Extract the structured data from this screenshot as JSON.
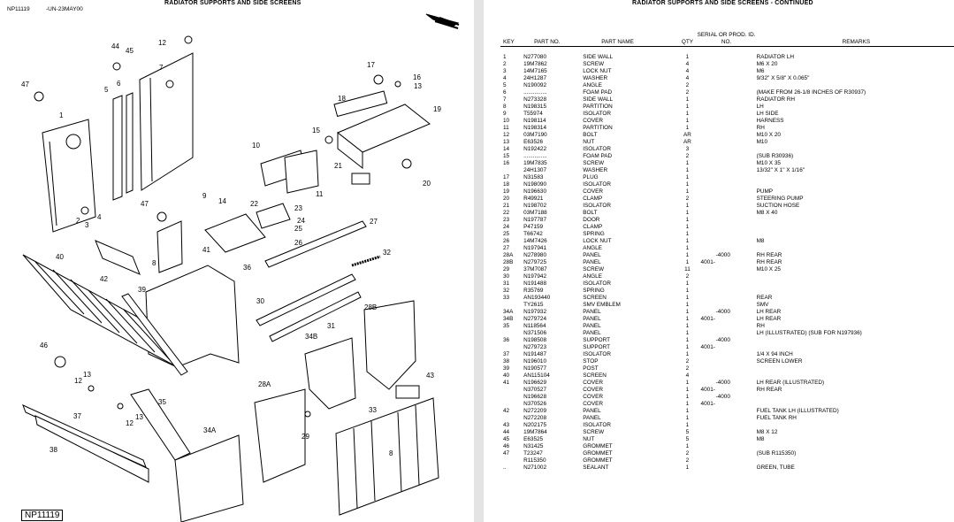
{
  "left_page": {
    "page_id": "NP11119",
    "date_code": "-UN-23MAY00",
    "title": "RADIATOR SUPPORTS AND SIDE SCREENS",
    "figure_label": "NP11119",
    "callouts": [
      "44",
      "45",
      "12",
      "7",
      "6",
      "5",
      "47",
      "1",
      "4",
      "3",
      "2",
      "9",
      "14",
      "10",
      "11",
      "22",
      "23",
      "24",
      "25",
      "26",
      "41",
      "8",
      "47",
      "42",
      "40",
      "39",
      "36",
      "21",
      "20",
      "15",
      "17",
      "16",
      "13",
      "18",
      "19",
      "27",
      "32",
      "30",
      "31",
      "28B",
      "34B",
      "43",
      "28A",
      "29",
      "34A",
      "35",
      "37",
      "38",
      "12",
      "13",
      "46",
      "33",
      "8"
    ]
  },
  "right_page": {
    "title": "RADIATOR SUPPORTS AND SIDE SCREENS - CONTINUED",
    "headers": {
      "key": "KEY",
      "part_no": "PART NO.",
      "part_name": "PART NAME",
      "qty": "QTY",
      "serial": "SERIAL OR PROD. ID. NO.",
      "remarks": "REMARKS"
    },
    "rows": [
      {
        "key": "1",
        "part": "N277080",
        "name": "SIDE WALL",
        "qty": "1",
        "ser": "",
        "rem": "RADIATOR LH"
      },
      {
        "key": "2",
        "part": "19M7862",
        "name": "SCREW",
        "qty": "4",
        "ser": "",
        "rem": "M6 X 20"
      },
      {
        "key": "3",
        "part": "14M7165",
        "name": "LOCK NUT",
        "qty": "4",
        "ser": "",
        "rem": "M6"
      },
      {
        "key": "4",
        "part": "24H1287",
        "name": "WASHER",
        "qty": "4",
        "ser": "",
        "rem": "9/32\" X 5/8\" X 0.065\""
      },
      {
        "key": "5",
        "part": "N190092",
        "name": "ANGLE",
        "qty": "2",
        "ser": "",
        "rem": ""
      },
      {
        "key": "6",
        "part": "...............",
        "name": "FOAM PAD",
        "qty": "2",
        "ser": "",
        "rem": "(MAKE FROM 26-1/8 INCHES OF R30937)"
      },
      {
        "key": "7",
        "part": "N273328",
        "name": "SIDE WALL",
        "qty": "1",
        "ser": "",
        "rem": "RADIATOR RH"
      },
      {
        "key": "8",
        "part": "N198315",
        "name": "PARTITION",
        "qty": "1",
        "ser": "",
        "rem": "LH"
      },
      {
        "key": "9",
        "part": "T55974",
        "name": "ISOLATOR",
        "qty": "1",
        "ser": "",
        "rem": "LH SIDE"
      },
      {
        "key": "10",
        "part": "N198114",
        "name": "COVER",
        "qty": "1",
        "ser": "",
        "rem": "HARNESS"
      },
      {
        "key": "11",
        "part": "N198314",
        "name": "PARTITION",
        "qty": "1",
        "ser": "",
        "rem": "RH"
      },
      {
        "key": "12",
        "part": "03M7190",
        "name": "BOLT",
        "qty": "AR",
        "ser": "",
        "rem": "M10 X 20"
      },
      {
        "key": "13",
        "part": "E63526",
        "name": "NUT",
        "qty": "AR",
        "ser": "",
        "rem": "M10"
      },
      {
        "key": "14",
        "part": "N192422",
        "name": "ISOLATOR",
        "qty": "3",
        "ser": "",
        "rem": ""
      },
      {
        "key": "15",
        "part": "...............",
        "name": "FOAM PAD",
        "qty": "2",
        "ser": "",
        "rem": "(SUB R30936)"
      },
      {
        "key": "16",
        "part": "19M7835",
        "name": "SCREW",
        "qty": "1",
        "ser": "",
        "rem": "M10 X 35"
      },
      {
        "key": "",
        "part": "24H1307",
        "name": "WASHER",
        "qty": "1",
        "ser": "",
        "rem": "13/32\" X 1\" X 1/16\""
      },
      {
        "key": "17",
        "part": "N31583",
        "name": "PLUG",
        "qty": "1",
        "ser": "",
        "rem": ""
      },
      {
        "key": "18",
        "part": "N198090",
        "name": "ISOLATOR",
        "qty": "1",
        "ser": "",
        "rem": ""
      },
      {
        "key": "19",
        "part": "N196630",
        "name": "COVER",
        "qty": "1",
        "ser": "",
        "rem": "PUMP"
      },
      {
        "key": "20",
        "part": "R49921",
        "name": "CLAMP",
        "qty": "2",
        "ser": "",
        "rem": "STEERING PUMP"
      },
      {
        "key": "21",
        "part": "N198702",
        "name": "ISOLATOR",
        "qty": "1",
        "ser": "",
        "rem": "SUCTION HOSE"
      },
      {
        "key": "22",
        "part": "03M7188",
        "name": "BOLT",
        "qty": "1",
        "ser": "",
        "rem": "M8 X 40"
      },
      {
        "key": "23",
        "part": "N197787",
        "name": "DOOR",
        "qty": "1",
        "ser": "",
        "rem": ""
      },
      {
        "key": "24",
        "part": "P47159",
        "name": "CLAMP",
        "qty": "1",
        "ser": "",
        "rem": ""
      },
      {
        "key": "25",
        "part": "T66742",
        "name": "SPRING",
        "qty": "1",
        "ser": "",
        "rem": ""
      },
      {
        "key": "26",
        "part": "14M7426",
        "name": "LOCK NUT",
        "qty": "1",
        "ser": "",
        "rem": "M8"
      },
      {
        "key": "27",
        "part": "N197941",
        "name": "ANGLE",
        "qty": "1",
        "ser": "",
        "rem": ""
      },
      {
        "key": "28A",
        "part": "N278980",
        "name": "PANEL",
        "qty": "1",
        "ser": "-4000",
        "rem": "RH REAR"
      },
      {
        "key": "28B",
        "part": "N279725",
        "name": "PANEL",
        "qty": "1",
        "ser": "4001-",
        "rem": "RH REAR"
      },
      {
        "key": "29",
        "part": "37M7087",
        "name": "SCREW",
        "qty": "11",
        "ser": "",
        "rem": "M10 X 25"
      },
      {
        "key": "30",
        "part": "N197942",
        "name": "ANGLE",
        "qty": "2",
        "ser": "",
        "rem": ""
      },
      {
        "key": "31",
        "part": "N191488",
        "name": "ISOLATOR",
        "qty": "1",
        "ser": "",
        "rem": ""
      },
      {
        "key": "32",
        "part": "R35769",
        "name": "SPRING",
        "qty": "1",
        "ser": "",
        "rem": ""
      },
      {
        "key": "33",
        "part": "AN193440",
        "name": "SCREEN",
        "qty": "1",
        "ser": "",
        "rem": "REAR"
      },
      {
        "key": "",
        "part": "TY2615",
        "name": "SMV EMBLEM",
        "qty": "1",
        "ser": "",
        "rem": "SMV"
      },
      {
        "key": "34A",
        "part": "N197932",
        "name": "PANEL",
        "qty": "1",
        "ser": "-4000",
        "rem": "LH REAR"
      },
      {
        "key": "34B",
        "part": "N279724",
        "name": "PANEL",
        "qty": "1",
        "ser": "4001-",
        "rem": "LH REAR"
      },
      {
        "key": "35",
        "part": "N118564",
        "name": "PANEL",
        "qty": "1",
        "ser": "",
        "rem": "RH"
      },
      {
        "key": "",
        "part": "N371506",
        "name": "PANEL",
        "qty": "1",
        "ser": "",
        "rem": "LH (ILLUSTRATED) (SUB FOR N197936)"
      },
      {
        "key": "36",
        "part": "N198508",
        "name": "SUPPORT",
        "qty": "1",
        "ser": "-4000",
        "rem": ""
      },
      {
        "key": "",
        "part": "N279723",
        "name": "SUPPORT",
        "qty": "1",
        "ser": "4001-",
        "rem": ""
      },
      {
        "key": "37",
        "part": "N191487",
        "name": "ISOLATOR",
        "qty": "1",
        "ser": "",
        "rem": "1/4 X 94 INCH"
      },
      {
        "key": "38",
        "part": "N196010",
        "name": "STOP",
        "qty": "2",
        "ser": "",
        "rem": "SCREEN LOWER"
      },
      {
        "key": "39",
        "part": "N190577",
        "name": "POST",
        "qty": "2",
        "ser": "",
        "rem": ""
      },
      {
        "key": "40",
        "part": "AN115104",
        "name": "SCREEN",
        "qty": "4",
        "ser": "",
        "rem": ""
      },
      {
        "key": "41",
        "part": "N196629",
        "name": "COVER",
        "qty": "1",
        "ser": "-4000",
        "rem": "LH REAR (ILLUSTRATED)"
      },
      {
        "key": "",
        "part": "N370527",
        "name": "COVER",
        "qty": "1",
        "ser": "4001-",
        "rem": "RH REAR"
      },
      {
        "key": "",
        "part": "N196628",
        "name": "COVER",
        "qty": "1",
        "ser": "-4000",
        "rem": ""
      },
      {
        "key": "",
        "part": "N370526",
        "name": "COVER",
        "qty": "1",
        "ser": "4001-",
        "rem": ""
      },
      {
        "key": "42",
        "part": "N272209",
        "name": "PANEL",
        "qty": "1",
        "ser": "",
        "rem": "FUEL TANK LH (ILLUSTRATED)"
      },
      {
        "key": "",
        "part": "N272208",
        "name": "PANEL",
        "qty": "1",
        "ser": "",
        "rem": "FUEL TANK RH"
      },
      {
        "key": "43",
        "part": "N202175",
        "name": "ISOLATOR",
        "qty": "1",
        "ser": "",
        "rem": ""
      },
      {
        "key": "44",
        "part": "19M7864",
        "name": "SCREW",
        "qty": "5",
        "ser": "",
        "rem": "M8 X 12"
      },
      {
        "key": "45",
        "part": "E63525",
        "name": "NUT",
        "qty": "5",
        "ser": "",
        "rem": "M8"
      },
      {
        "key": "46",
        "part": "N31425",
        "name": "GROMMET",
        "qty": "1",
        "ser": "",
        "rem": ""
      },
      {
        "key": "47",
        "part": "T23247",
        "name": "GROMMET",
        "qty": "2",
        "ser": "",
        "rem": "(SUB R115350)"
      },
      {
        "key": "",
        "part": "R115350",
        "name": "GROMMET",
        "qty": "2",
        "ser": "",
        "rem": ""
      },
      {
        "key": "..",
        "part": "N271002",
        "name": "SEALANT",
        "qty": "1",
        "ser": "",
        "rem": "GREEN, TUBE"
      }
    ]
  }
}
